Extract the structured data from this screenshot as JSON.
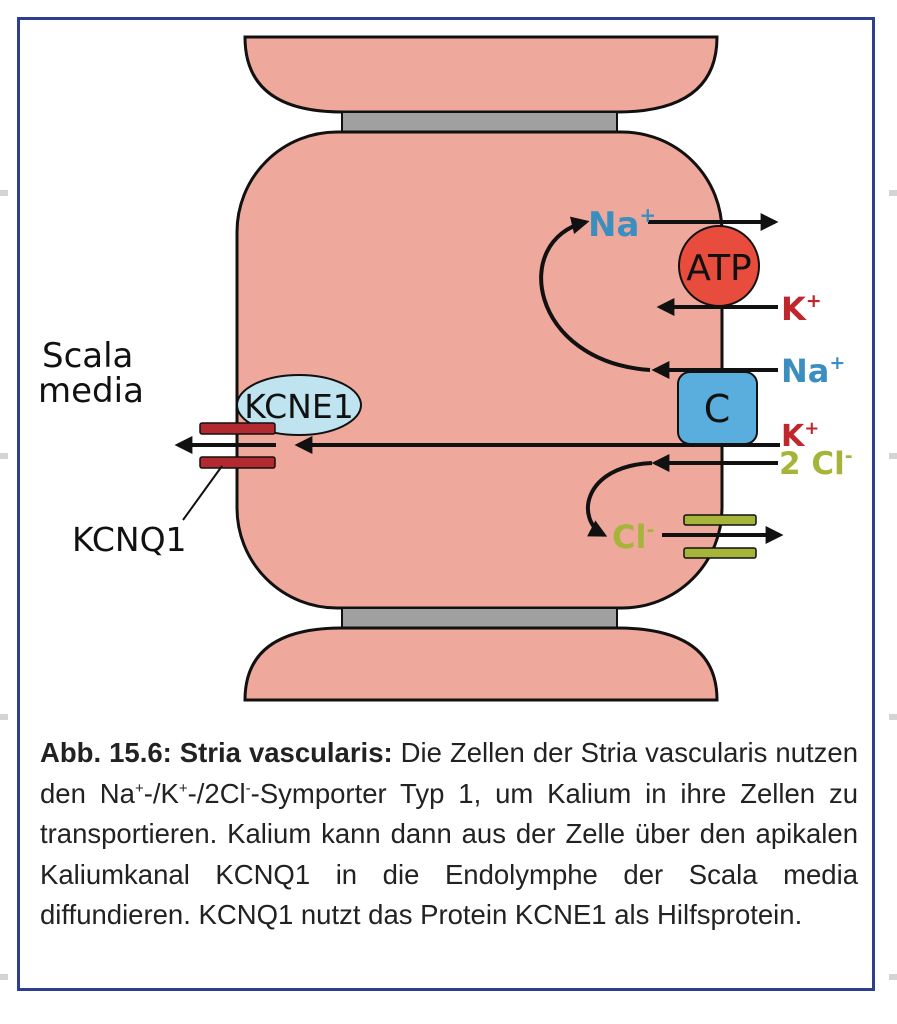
{
  "colors": {
    "frame": "#2f3f8f",
    "cell": "#eea89c",
    "junction": "#a0a0a0",
    "na": "#3b8fc0",
    "k": "#c0272d",
    "cl": "#a6b53a",
    "atp_fill": "#e84c3d",
    "c_fill": "#5aaede",
    "kcne1_fill": "#bfe4ef",
    "kcnq1_fill": "#b22a30"
  },
  "labels": {
    "scala_media_line1": "Scala",
    "scala_media_line2": "media",
    "kcne1": "KCNE1",
    "kcnq1": "KCNQ1",
    "atp": "ATP",
    "cotransporter": "C",
    "na_top": "Na",
    "na_top_sup": "+",
    "k_pump": "K",
    "k_pump_sup": "+",
    "na_right": "Na",
    "na_right_sup": "+",
    "k_right": "K",
    "k_right_sup": "+",
    "cl2": "2 Cl",
    "cl2_sup": "-",
    "cl_inner": "Cl",
    "cl_inner_sup": "-"
  },
  "caption": {
    "title": "Abb. 15.6: Stria vascularis:",
    "t1": " Die Zellen der Stria vascularis nutzen den Na",
    "s1": "+",
    "t2": "-/K",
    "s2": "+",
    "t3": "-/2Cl",
    "s3": "-",
    "t4": "-Symporter Typ 1, um Kalium in ihre Zellen zu transportieren. Kalium kann dann aus der Zelle über den apikalen Kaliumkanal KCNQ1 in die Endolymphe der Scala media diffundieren. KCNQ1 nutzt das Protein KCNE1 als Hilfsprotein."
  }
}
